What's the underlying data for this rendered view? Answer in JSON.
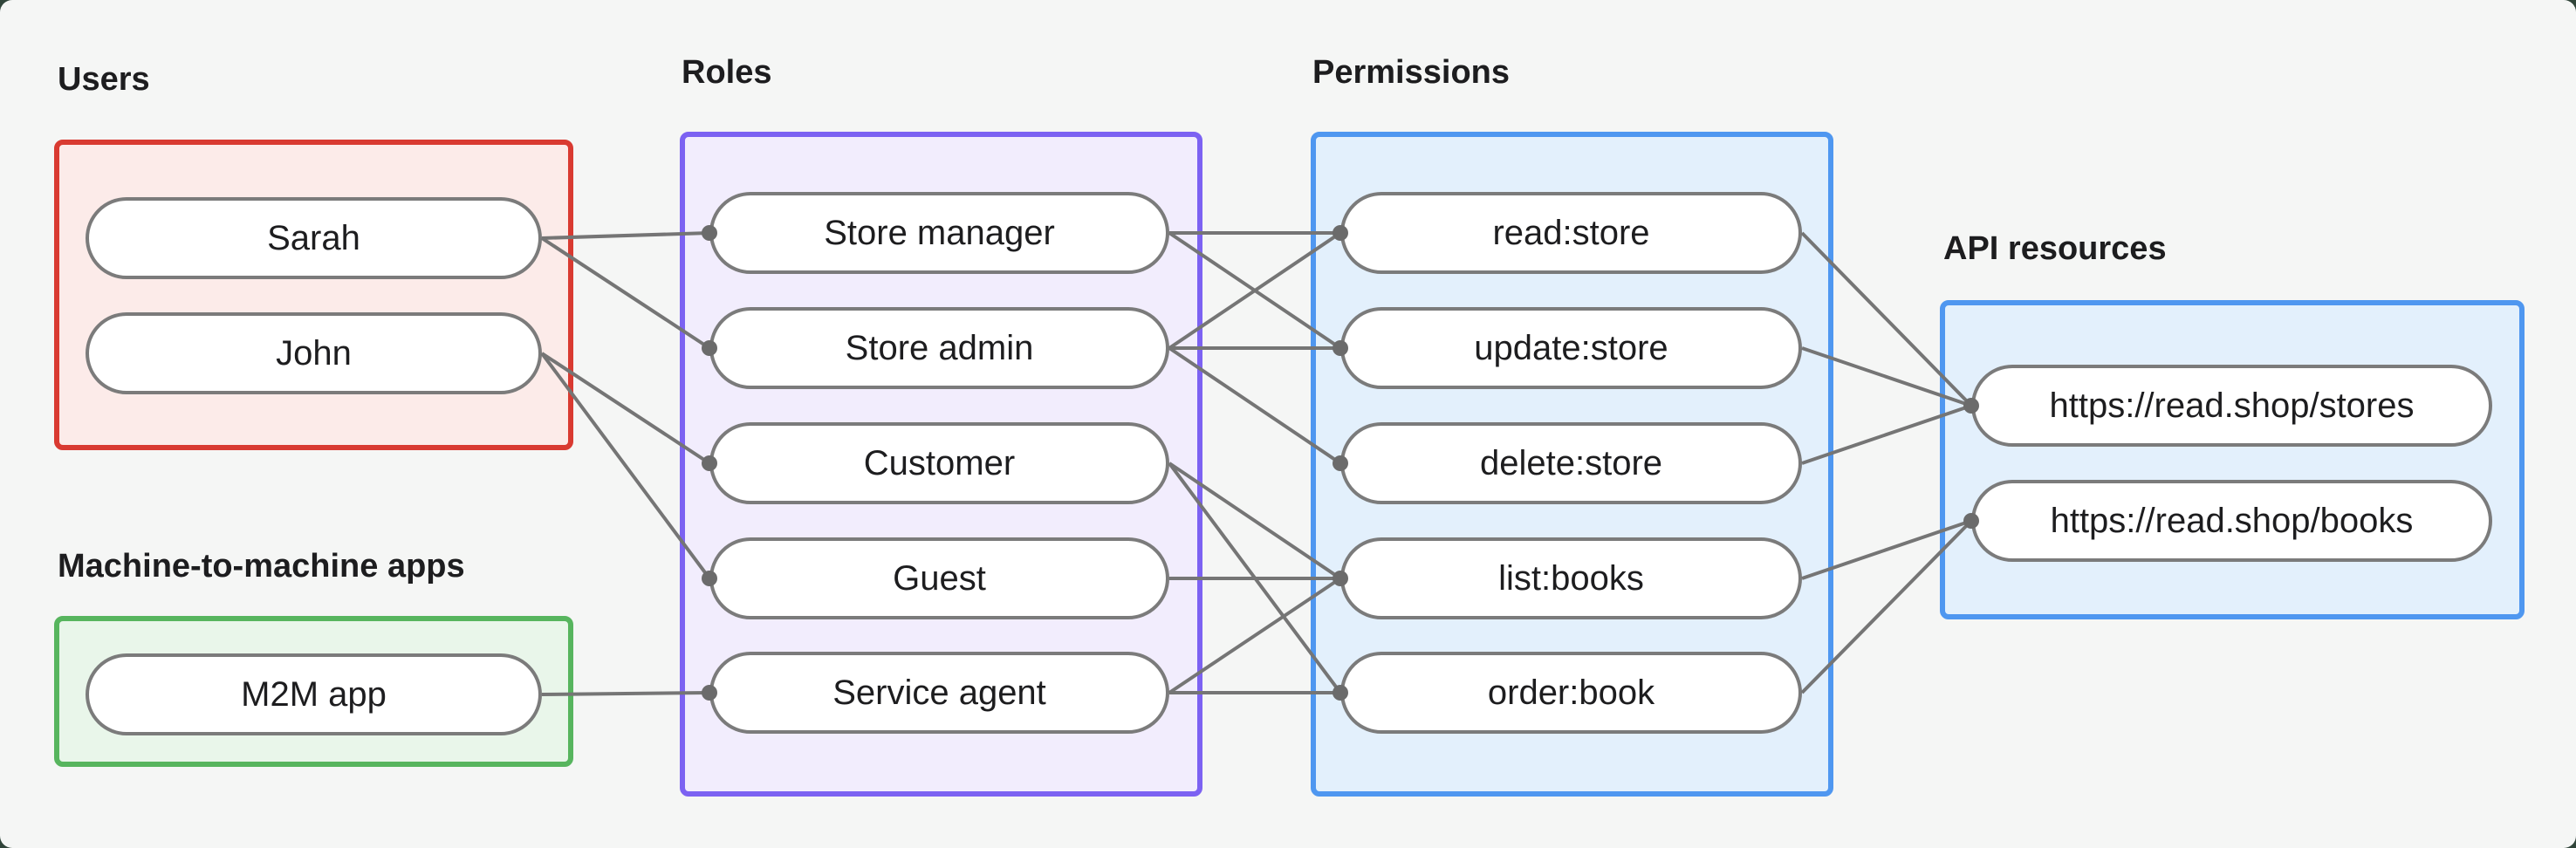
{
  "colors": {
    "bg": "#f5f6f5",
    "text": "#1d1d1f",
    "pillBorder": "#7b7b7b",
    "connector": "#757575",
    "connectorDot": "#6b6b6b",
    "red": "#d93a31",
    "redFill": "#fcebe9",
    "green": "#57b55e",
    "greenFill": "#e9f6ea",
    "purple": "#7c62f2",
    "purpleFill": "#f2edfd",
    "blue": "#4f97f0",
    "blueFill": "#e3f0fc"
  },
  "groups": [
    {
      "id": "users",
      "label": "Users",
      "theme": "red",
      "nodes": [
        {
          "id": "sarah",
          "label": "Sarah"
        },
        {
          "id": "john",
          "label": "John"
        }
      ]
    },
    {
      "id": "m2m",
      "label": "Machine-to-machine apps",
      "theme": "green",
      "nodes": [
        {
          "id": "m2m-app",
          "label": "M2M app"
        }
      ]
    },
    {
      "id": "roles",
      "label": "Roles",
      "theme": "purple",
      "nodes": [
        {
          "id": "store-manager",
          "label": "Store manager"
        },
        {
          "id": "store-admin",
          "label": "Store admin"
        },
        {
          "id": "customer",
          "label": "Customer"
        },
        {
          "id": "guest",
          "label": "Guest"
        },
        {
          "id": "service-agent",
          "label": "Service agent"
        }
      ]
    },
    {
      "id": "permissions",
      "label": "Permissions",
      "theme": "blue",
      "nodes": [
        {
          "id": "read-store",
          "label": "read:store"
        },
        {
          "id": "update-store",
          "label": "update:store"
        },
        {
          "id": "delete-store",
          "label": "delete:store"
        },
        {
          "id": "list-books",
          "label": "list:books"
        },
        {
          "id": "order-book",
          "label": "order:book"
        }
      ]
    },
    {
      "id": "api",
      "label": "API resources",
      "theme": "blue",
      "nodes": [
        {
          "id": "stores-api",
          "label": "https://read.shop/stores"
        },
        {
          "id": "books-api",
          "label": "https://read.shop/books"
        }
      ]
    }
  ],
  "edges": [
    {
      "from": "sarah",
      "to": "store-manager"
    },
    {
      "from": "sarah",
      "to": "store-admin"
    },
    {
      "from": "john",
      "to": "customer"
    },
    {
      "from": "john",
      "to": "guest"
    },
    {
      "from": "m2m-app",
      "to": "service-agent"
    },
    {
      "from": "store-manager",
      "to": "read-store"
    },
    {
      "from": "store-manager",
      "to": "update-store"
    },
    {
      "from": "store-admin",
      "to": "read-store"
    },
    {
      "from": "store-admin",
      "to": "update-store"
    },
    {
      "from": "store-admin",
      "to": "delete-store"
    },
    {
      "from": "customer",
      "to": "list-books"
    },
    {
      "from": "customer",
      "to": "order-book"
    },
    {
      "from": "guest",
      "to": "list-books"
    },
    {
      "from": "service-agent",
      "to": "list-books"
    },
    {
      "from": "service-agent",
      "to": "order-book"
    },
    {
      "from": "read-store",
      "to": "stores-api"
    },
    {
      "from": "update-store",
      "to": "stores-api"
    },
    {
      "from": "delete-store",
      "to": "stores-api"
    },
    {
      "from": "list-books",
      "to": "books-api"
    },
    {
      "from": "order-book",
      "to": "books-api"
    }
  ]
}
